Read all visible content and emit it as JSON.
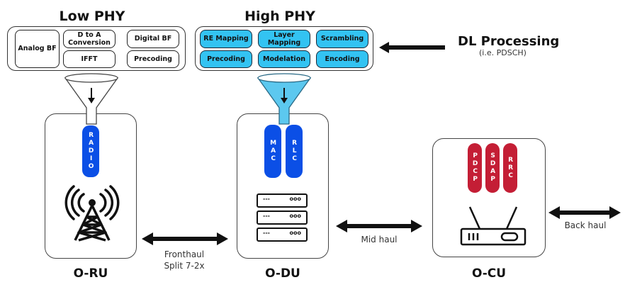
{
  "low_phy": {
    "title": "Low PHY",
    "cells": [
      "Analog BF",
      "D to A Conversion",
      "Digital BF",
      "IFFT",
      "Precoding"
    ]
  },
  "high_phy": {
    "title": "High PHY",
    "cells": [
      "RE Mapping",
      "Layer Mapping",
      "Scrambling",
      "Precoding",
      "Modelation",
      "Encoding"
    ]
  },
  "dl_processing": {
    "title": "DL Processing",
    "subtitle": "(i.e. PDSCH)"
  },
  "units": {
    "oru": {
      "label": "O-RU",
      "layers": [
        "RADIO"
      ]
    },
    "odu": {
      "label": "O-DU",
      "layers": [
        "MAC",
        "RLC"
      ]
    },
    "ocu": {
      "label": "O-CU",
      "layers": [
        "PDCP",
        "SDAP",
        "RRC"
      ]
    }
  },
  "links": {
    "fronthaul": {
      "line1": "Fronthaul",
      "line2": "Split 7-2x"
    },
    "midhaul": {
      "label": "Mid haul"
    },
    "backhaul": {
      "label": "Back haul"
    }
  },
  "server_rows": [
    {
      "left": "---",
      "right": "ooo"
    },
    {
      "left": "---",
      "right": "ooo"
    },
    {
      "left": "---",
      "right": "ooo"
    }
  ],
  "colors": {
    "high_phy_fill": "#33c3f2",
    "funnel_blue": "#5cc8ef",
    "layer_blue": "#0b4fe6",
    "layer_red": "#c41e35"
  }
}
